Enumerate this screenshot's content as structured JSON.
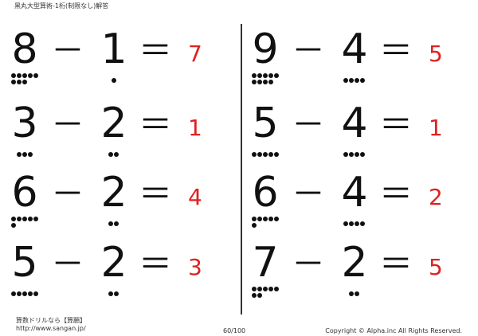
{
  "header": {
    "title": "黑丸大型算術-1桁(制限なし)解答"
  },
  "problems": [
    {
      "a": "8",
      "b": "1",
      "minus": "－",
      "equals": "＝",
      "answer": "7",
      "a_dots": 8,
      "b_dots": 1
    },
    {
      "a": "9",
      "b": "4",
      "minus": "－",
      "equals": "＝",
      "answer": "5",
      "a_dots": 9,
      "b_dots": 4
    },
    {
      "a": "3",
      "b": "2",
      "minus": "－",
      "equals": "＝",
      "answer": "1",
      "a_dots": 3,
      "b_dots": 2
    },
    {
      "a": "5",
      "b": "4",
      "minus": "－",
      "equals": "＝",
      "answer": "1",
      "a_dots": 5,
      "b_dots": 4
    },
    {
      "a": "6",
      "b": "2",
      "minus": "－",
      "equals": "＝",
      "answer": "4",
      "a_dots": 6,
      "b_dots": 2
    },
    {
      "a": "6",
      "b": "4",
      "minus": "－",
      "equals": "＝",
      "answer": "2",
      "a_dots": 6,
      "b_dots": 4
    },
    {
      "a": "5",
      "b": "2",
      "minus": "－",
      "equals": "＝",
      "answer": "3",
      "a_dots": 5,
      "b_dots": 2
    },
    {
      "a": "7",
      "b": "2",
      "minus": "－",
      "equals": "＝",
      "answer": "5",
      "a_dots": 7,
      "b_dots": 2
    }
  ],
  "footer": {
    "brand": "算数ドリルなら【算願】",
    "url": "http://www.sangan.jp/",
    "page": "60/100",
    "copyright": "Copyright © Alpha.inc All Rights Reserved."
  }
}
